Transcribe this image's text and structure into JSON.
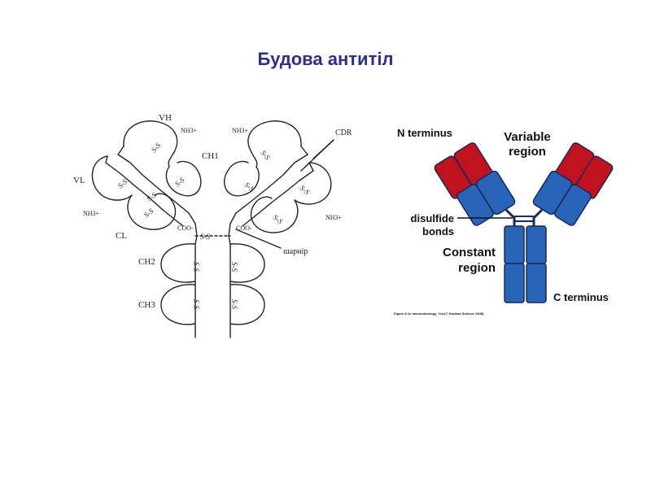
{
  "title": "Будова антитіл",
  "left_diagram": {
    "labels": {
      "vh": "VH",
      "vl": "VL",
      "ch1": "CH1",
      "cl": "CL",
      "ch2": "CH2",
      "ch3": "CH3",
      "nh3_1": "NH3+",
      "nh3_2": "NH3+",
      "nh3_3": "NH3+",
      "nh3_4": "NH3+",
      "coo_1": "COO-",
      "coo_2": "COO-",
      "cdr": "CDR",
      "hinge": "шарнір",
      "ss": "S-S"
    }
  },
  "right_diagram": {
    "labels": {
      "n_terminus": "N terminus",
      "variable_1": "Variable",
      "variable_2": "region",
      "disulfide_1": "disulfide",
      "disulfide_2": "bonds",
      "constant_1": "Constant",
      "constant_2": "region",
      "c_terminus": "C terminus",
      "caption": "Figure 3-1c Immunobiology, 7ed.(© Garland Science 2008)"
    },
    "colors": {
      "variable": "#c0121f",
      "constant": "#2a64b8",
      "outline": "#1a2a55"
    }
  }
}
